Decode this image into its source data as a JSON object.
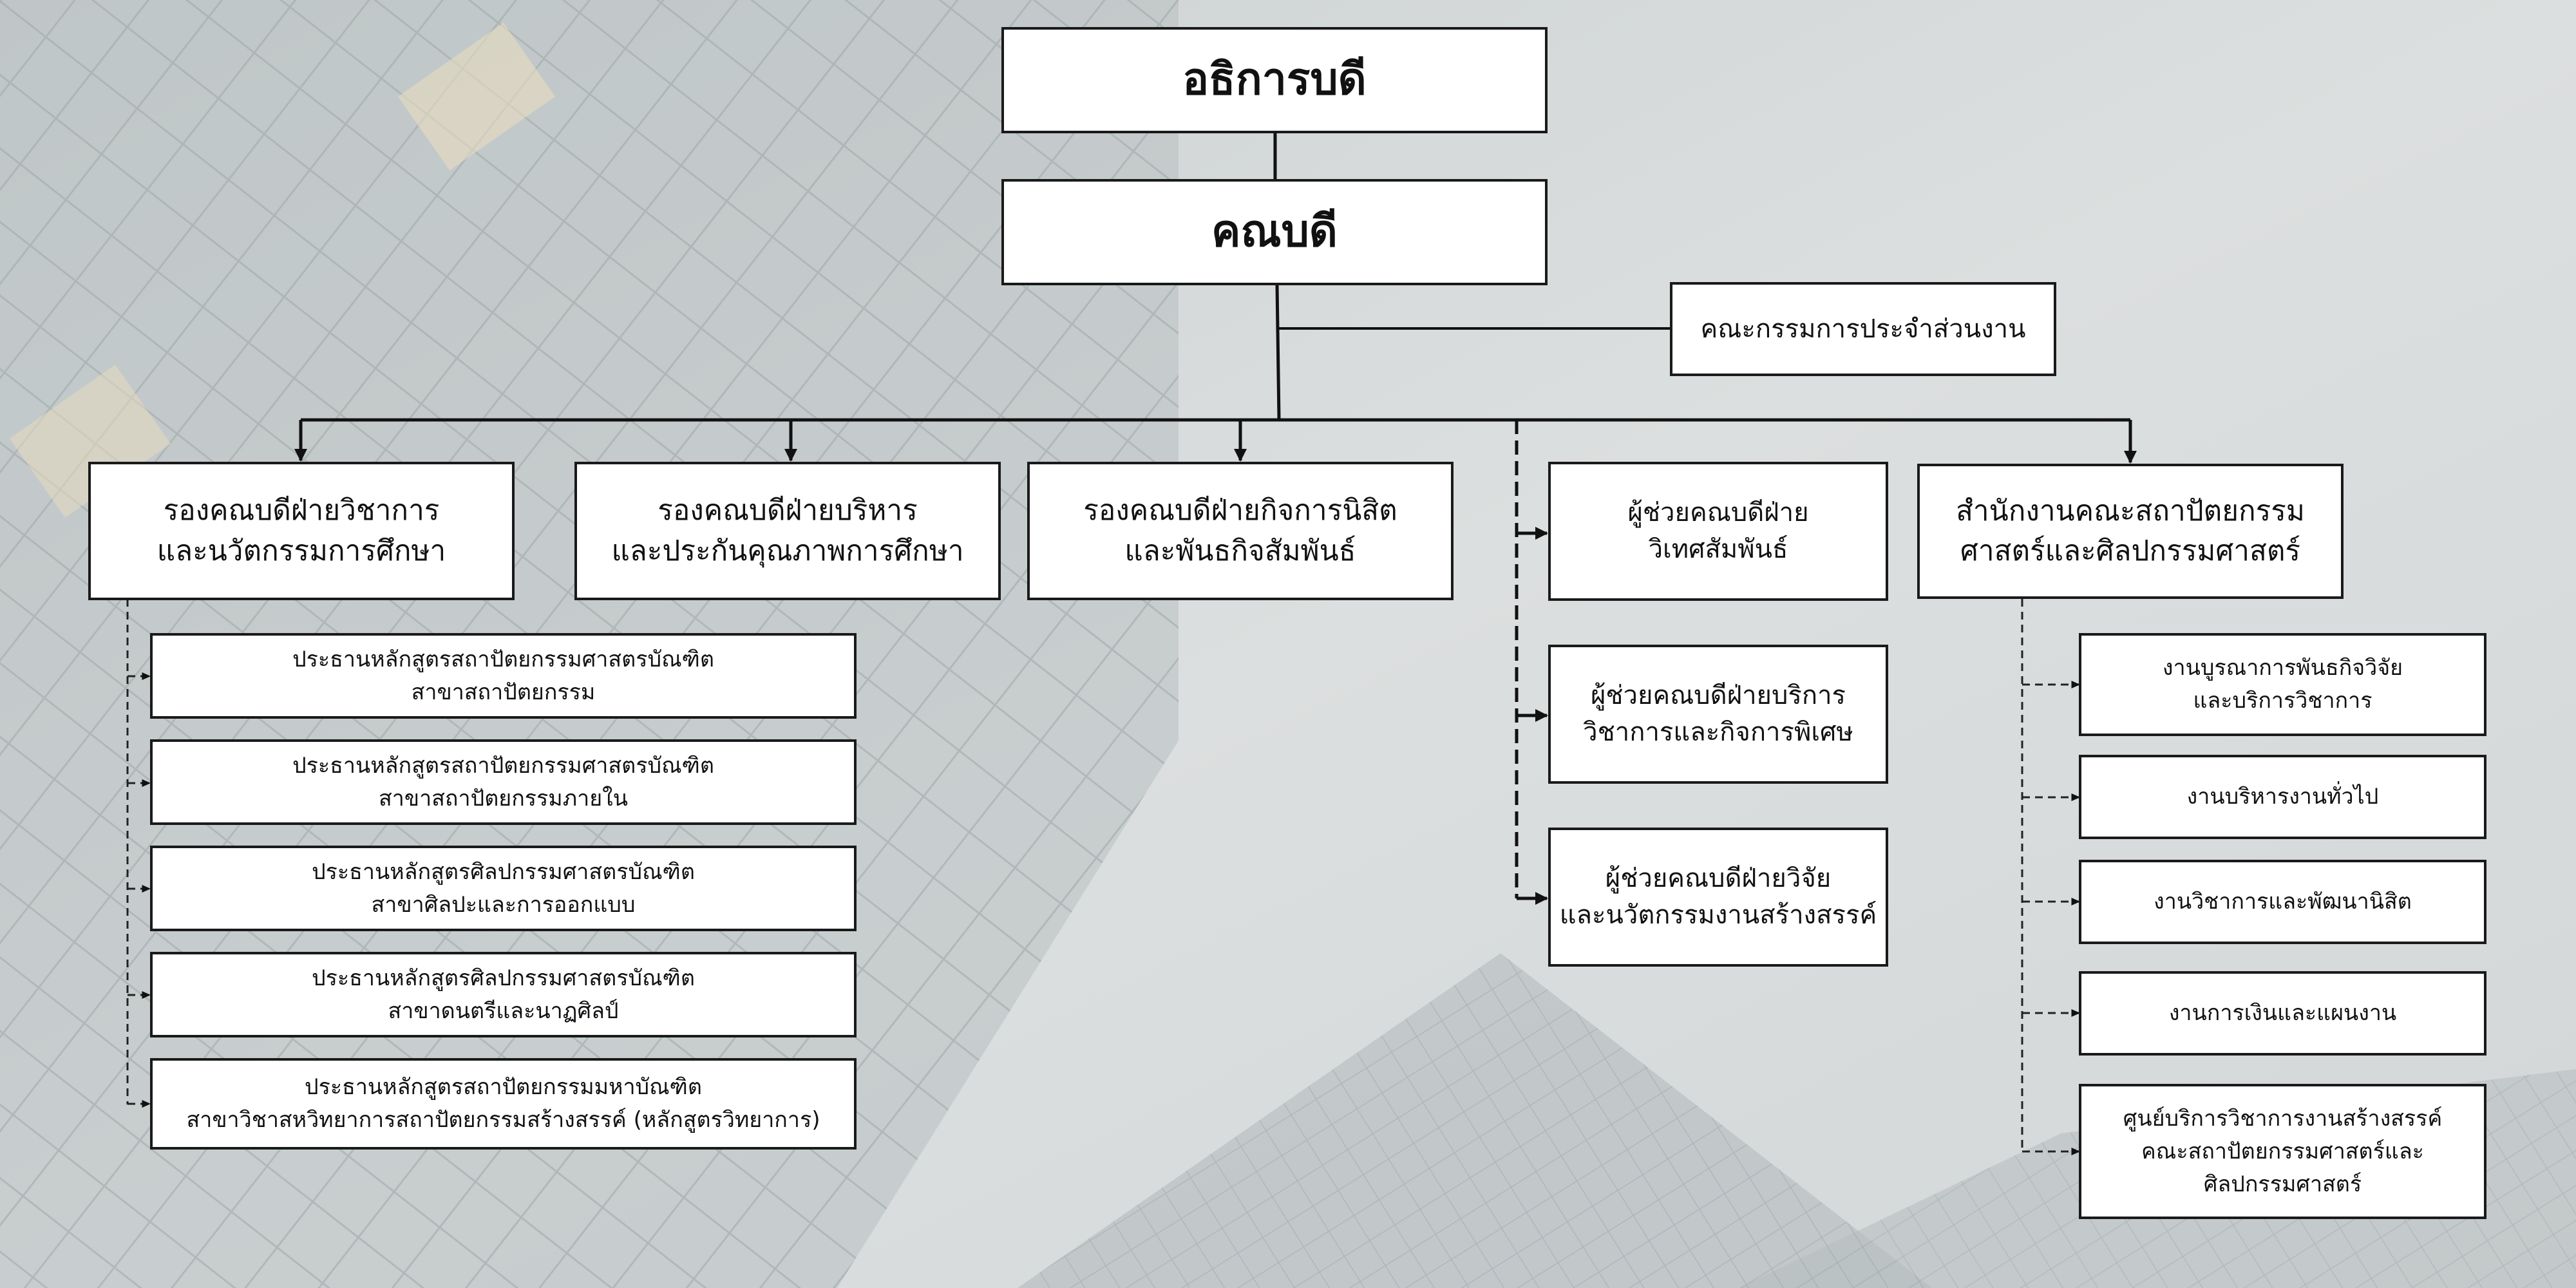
{
  "palette": {
    "box_fill": "#ffffff",
    "box_border": "#1a1a1a",
    "line": "#111111",
    "background": "#d7dbdb"
  },
  "chart": {
    "top": "อธิการบดี",
    "dean": "คณบดี",
    "committee": "คณะกรรมการประจำส่วนงาน",
    "vice_deans": [
      "รองคณบดีฝ่ายวิชาการ\nและนวัตกรรมการศึกษา",
      "รองคณบดีฝ่ายบริหาร\nและประกันคุณภาพการศึกษา",
      "รองคณบดีฝ่ายกิจการนิสิต\nและพันธกิจสัมพันธ์"
    ],
    "assistants": [
      "ผู้ช่วยคณบดีฝ่าย\nวิเทศสัมพันธ์",
      "ผู้ช่วยคณบดีฝ่ายบริการ\nวิชาการและกิจการพิเศษ",
      "ผู้ช่วยคณบดีฝ่ายวิจัย\nและนวัตกรรมงานสร้างสรรค์"
    ],
    "office": "สำนักงานคณะสถาปัตยกรรม\nศาสตร์และศิลปกรรมศาสตร์",
    "programs": [
      "ประธานหลักสูตรสถาปัตยกรรมศาสตรบัณฑิต\nสาขาสถาปัตยกรรม",
      "ประธานหลักสูตรสถาปัตยกรรมศาสตรบัณฑิต\nสาขาสถาปัตยกรรมภายใน",
      "ประธานหลักสูตรศิลปกรรมศาสตรบัณฑิต\nสาขาศิลปะและการออกแบบ",
      "ประธานหลักสูตรศิลปกรรมศาสตรบัณฑิต\nสาขาดนตรีและนาฏศิลป์",
      "ประธานหลักสูตรสถาปัตยกรรมมหาบัณฑิต\nสาขาวิชาสหวิทยาการสถาปัตยกรรมสร้างสรรค์ (หลักสูตรวิทยาการ)"
    ],
    "office_units": [
      "งานบูรณาการพันธกิจวิจัย\nและบริการวิชาการ",
      "งานบริหารงานทั่วไป",
      "งานวิชาการและพัฒนานิสิต",
      "งานการเงินและแผนงาน",
      "ศูนย์บริการวิชาการงานสร้างสรรค์\nคณะสถาปัตยกรรมศาสตร์และ\nศิลปกรรมศาสตร์"
    ]
  }
}
